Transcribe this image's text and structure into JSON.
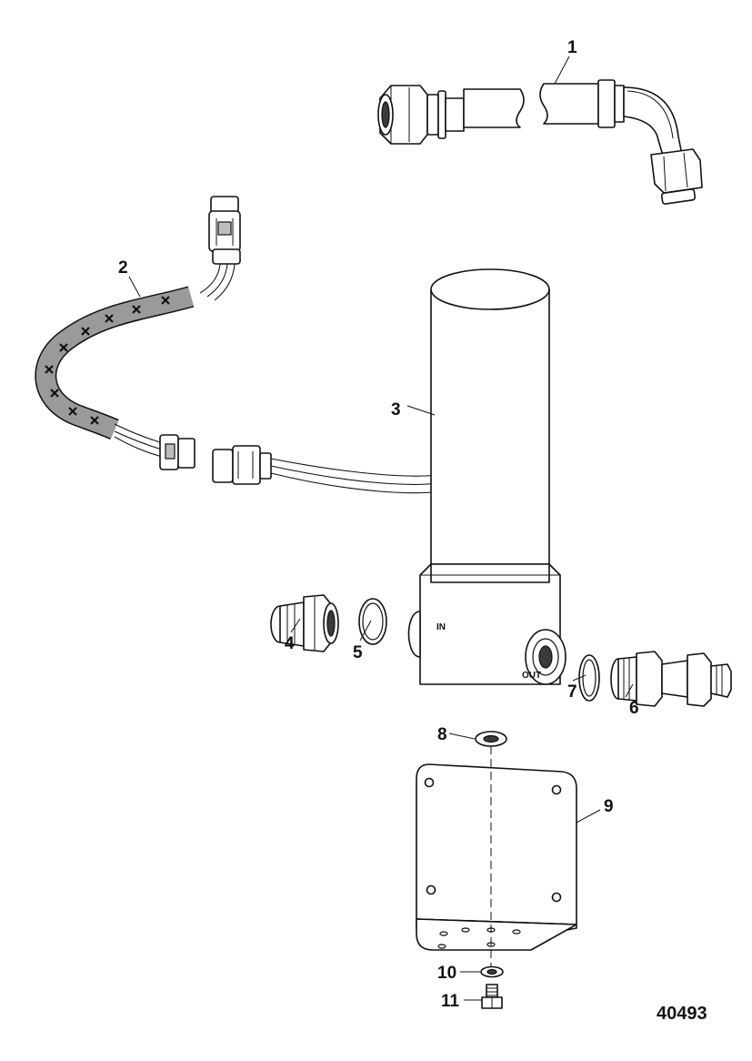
{
  "callouts": [
    {
      "id": "1",
      "label": "1"
    },
    {
      "id": "2",
      "label": "2"
    },
    {
      "id": "3",
      "label": "3"
    },
    {
      "id": "4",
      "label": "4"
    },
    {
      "id": "5",
      "label": "5"
    },
    {
      "id": "6",
      "label": "6"
    },
    {
      "id": "7",
      "label": "7"
    },
    {
      "id": "8",
      "label": "8"
    },
    {
      "id": "9",
      "label": "9"
    },
    {
      "id": "10",
      "label": "10"
    },
    {
      "id": "11",
      "label": "11"
    }
  ],
  "markings": {
    "inlet": "IN",
    "outlet": "OUT"
  },
  "figure_number": "40493"
}
